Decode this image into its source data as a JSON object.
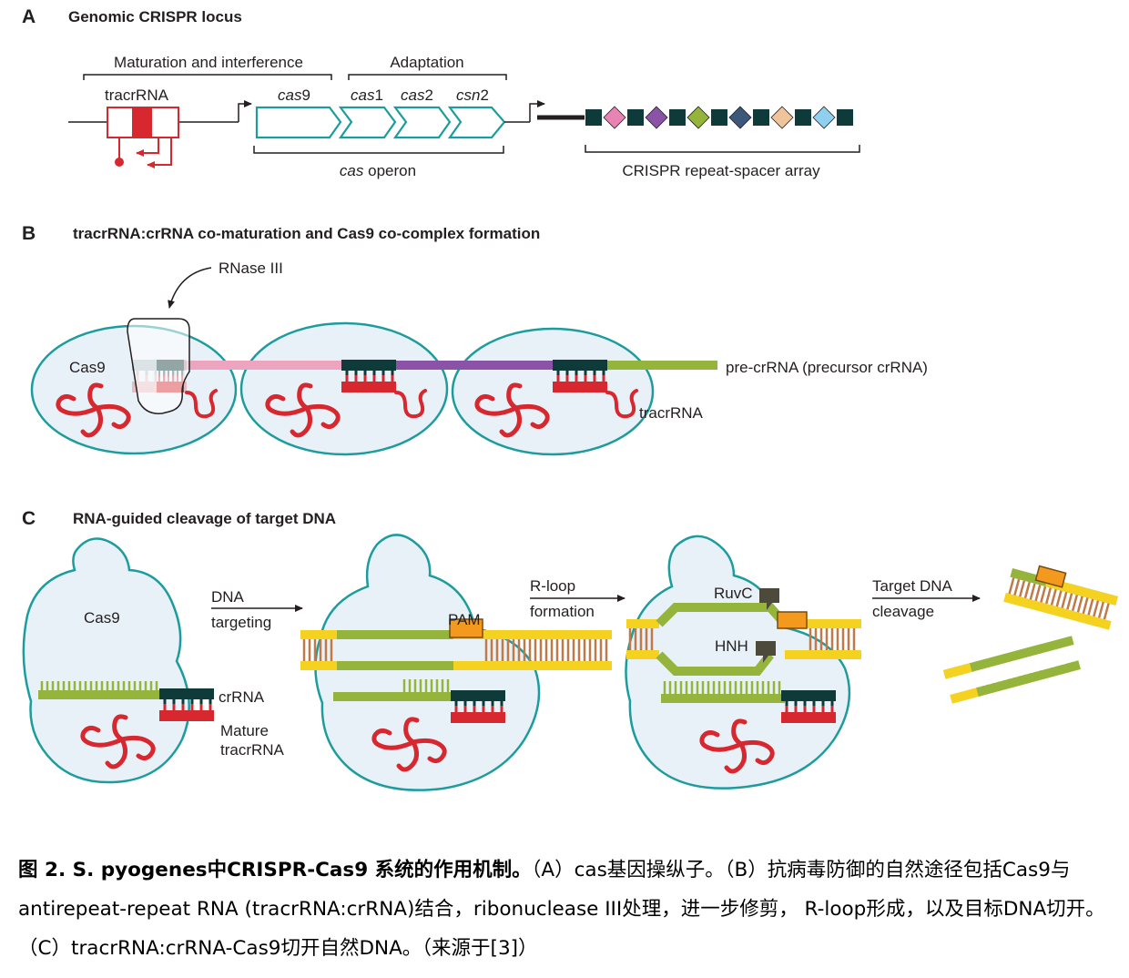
{
  "panelA": {
    "letter": "A",
    "title": "Genomic CRISPR locus",
    "bracket_maturation": "Maturation and interference",
    "bracket_adaptation": "Adaptation",
    "tracrRNA": "tracrRNA",
    "genes": [
      {
        "italic": "cas",
        "suffix": "9"
      },
      {
        "italic": "cas",
        "suffix": "1"
      },
      {
        "italic": "cas",
        "suffix": "2"
      },
      {
        "italic": "csn",
        "suffix": "2"
      }
    ],
    "operon_italic": "cas",
    "operon_rest": " operon",
    "array_label": "CRISPR repeat-spacer array",
    "spacer_colors": [
      "#e784b4",
      "#8b53a8",
      "#94b43c",
      "#3b577a",
      "#f0c49a",
      "#8fd0ef"
    ]
  },
  "panelB": {
    "letter": "B",
    "title": "tracrRNA:crRNA co-maturation and Cas9 co-complex formation",
    "rnase": "RNase III",
    "cas9": "Cas9",
    "pre_crrna": "pre-crRNA (precursor crRNA)",
    "tracrRNA": "tracrRNA"
  },
  "panelC": {
    "letter": "C",
    "title": "RNA-guided cleavage of target DNA",
    "cas9": "Cas9",
    "step1_l1": "DNA",
    "step1_l2": "targeting",
    "crrna": "crRNA",
    "mature_l1": "Mature",
    "mature_l2": "tracrRNA",
    "pam": "PAM",
    "step2_l1": "R-loop",
    "step2_l2": "formation",
    "ruvc": "RuvC",
    "hnh": "HNH",
    "step3_l1": "Target DNA",
    "step3_l2": "cleavage"
  },
  "caption": {
    "bold_part": "图 2. S. pyogenes中CRISPR-Cas9 系统的作用机制。",
    "rest": "（A）cas基因操纵子。（B）抗病毒防御的自然途径包括Cas9与antirepeat-repeat RNA (tracrRNA:crRNA)结合，ribonuclease III处理，进一步修剪， R-loop形成，以及目标DNA切开。（C）tracrRNA:crRNA-Cas9切开自然DNA。（来源于[3]）"
  }
}
